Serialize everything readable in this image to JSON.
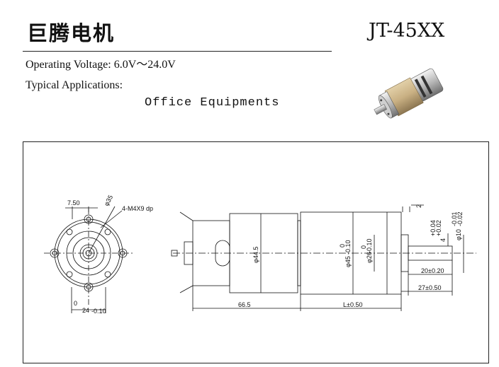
{
  "header": {
    "title_cn": "巨腾电机",
    "model": "JT-45XX"
  },
  "specs": {
    "voltage": "Operating  Voltage: 6.0V～24.0V",
    "applications_label": "Typical Applications:",
    "applications_value": "Office Equipments"
  },
  "drawing": {
    "dims": {
      "d750": "7.50",
      "d35": "φ35",
      "thread": "4-M4X9 dp",
      "d24": "24",
      "d24_tol": "-0.10",
      "d24_tol_top": "0",
      "d44": "φ44.5",
      "d45": "φ45",
      "d45_tol": "-0.10",
      "d45_tol_top": "0",
      "d26": "φ26",
      "d26_tol": "-0.10",
      "d26_tol_top": "0",
      "d4": "4",
      "d4_tol_top": "+0.04",
      "d4_tol_bot": "+0.02",
      "d10": "φ10",
      "d10_tol_top": "-0.01",
      "d10_tol_bot": "-0.02",
      "d2": "2",
      "d20": "20±0.20",
      "d27": "27±0.50",
      "d66": "66.5",
      "dL": "L±0.50"
    }
  }
}
